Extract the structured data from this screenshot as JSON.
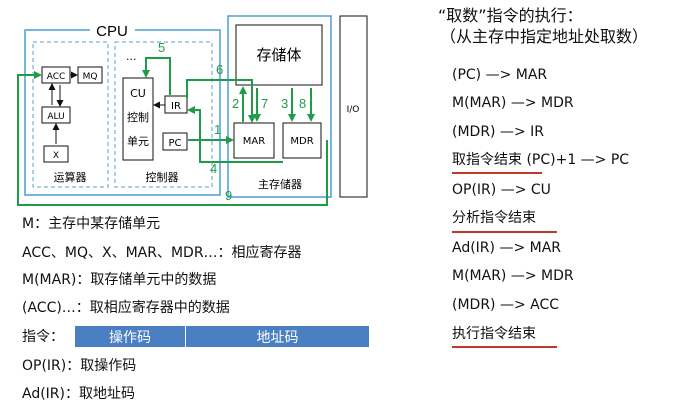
{
  "diagram": {
    "cpu_label": "CPU",
    "acc": "ACC",
    "mq": "MQ",
    "alu": "ALU",
    "x": "X",
    "alu_unit_label": "运算器",
    "cu_label": "CU",
    "cu_sub1": "控制",
    "cu_sub2": "单元",
    "ellipsis": "...",
    "ir": "IR",
    "pc": "PC",
    "control_unit_label": "控制器",
    "storage_body": "存储体",
    "mar": "MAR",
    "mdr": "MDR",
    "main_memory_label": "主存储器",
    "io": "I/O",
    "step_numbers": [
      "1",
      "2",
      "3",
      "4",
      "5",
      "6",
      "7",
      "8",
      "9"
    ],
    "colors": {
      "green": "#1f9b4a",
      "blue_border": "#4a9fcf",
      "dashed_border": "#5aa0d0"
    }
  },
  "left_notes": {
    "line1": "M：主存中某存储单元",
    "line2": "ACC、MQ、X、MAR、MDR…：相应寄存器",
    "line3": "M(MAR)：取存储单元中的数据",
    "line4": "(ACC)…：取相应寄存器中的数据",
    "instr_label": "指令：",
    "opcode": "操作码",
    "address_code": "地址码",
    "line5": "OP(IR)：取操作码",
    "line6": "Ad(IR)：取地址码"
  },
  "right_panel": {
    "title1": "“取数”指令的执行：",
    "title2": "（从主存中指定地址处取数）",
    "steps": [
      "(PC) —> MAR",
      "M(MAR) —> MDR",
      "(MDR) —> IR",
      "取指令结束 (PC)+1 —> PC",
      "OP(IR) —> CU",
      "分析指令结束",
      "Ad(IR) —> MAR",
      "M(MAR) —> MDR",
      "(MDR) —> ACC",
      "执行指令结束"
    ],
    "underline_color": "#c0392b"
  }
}
